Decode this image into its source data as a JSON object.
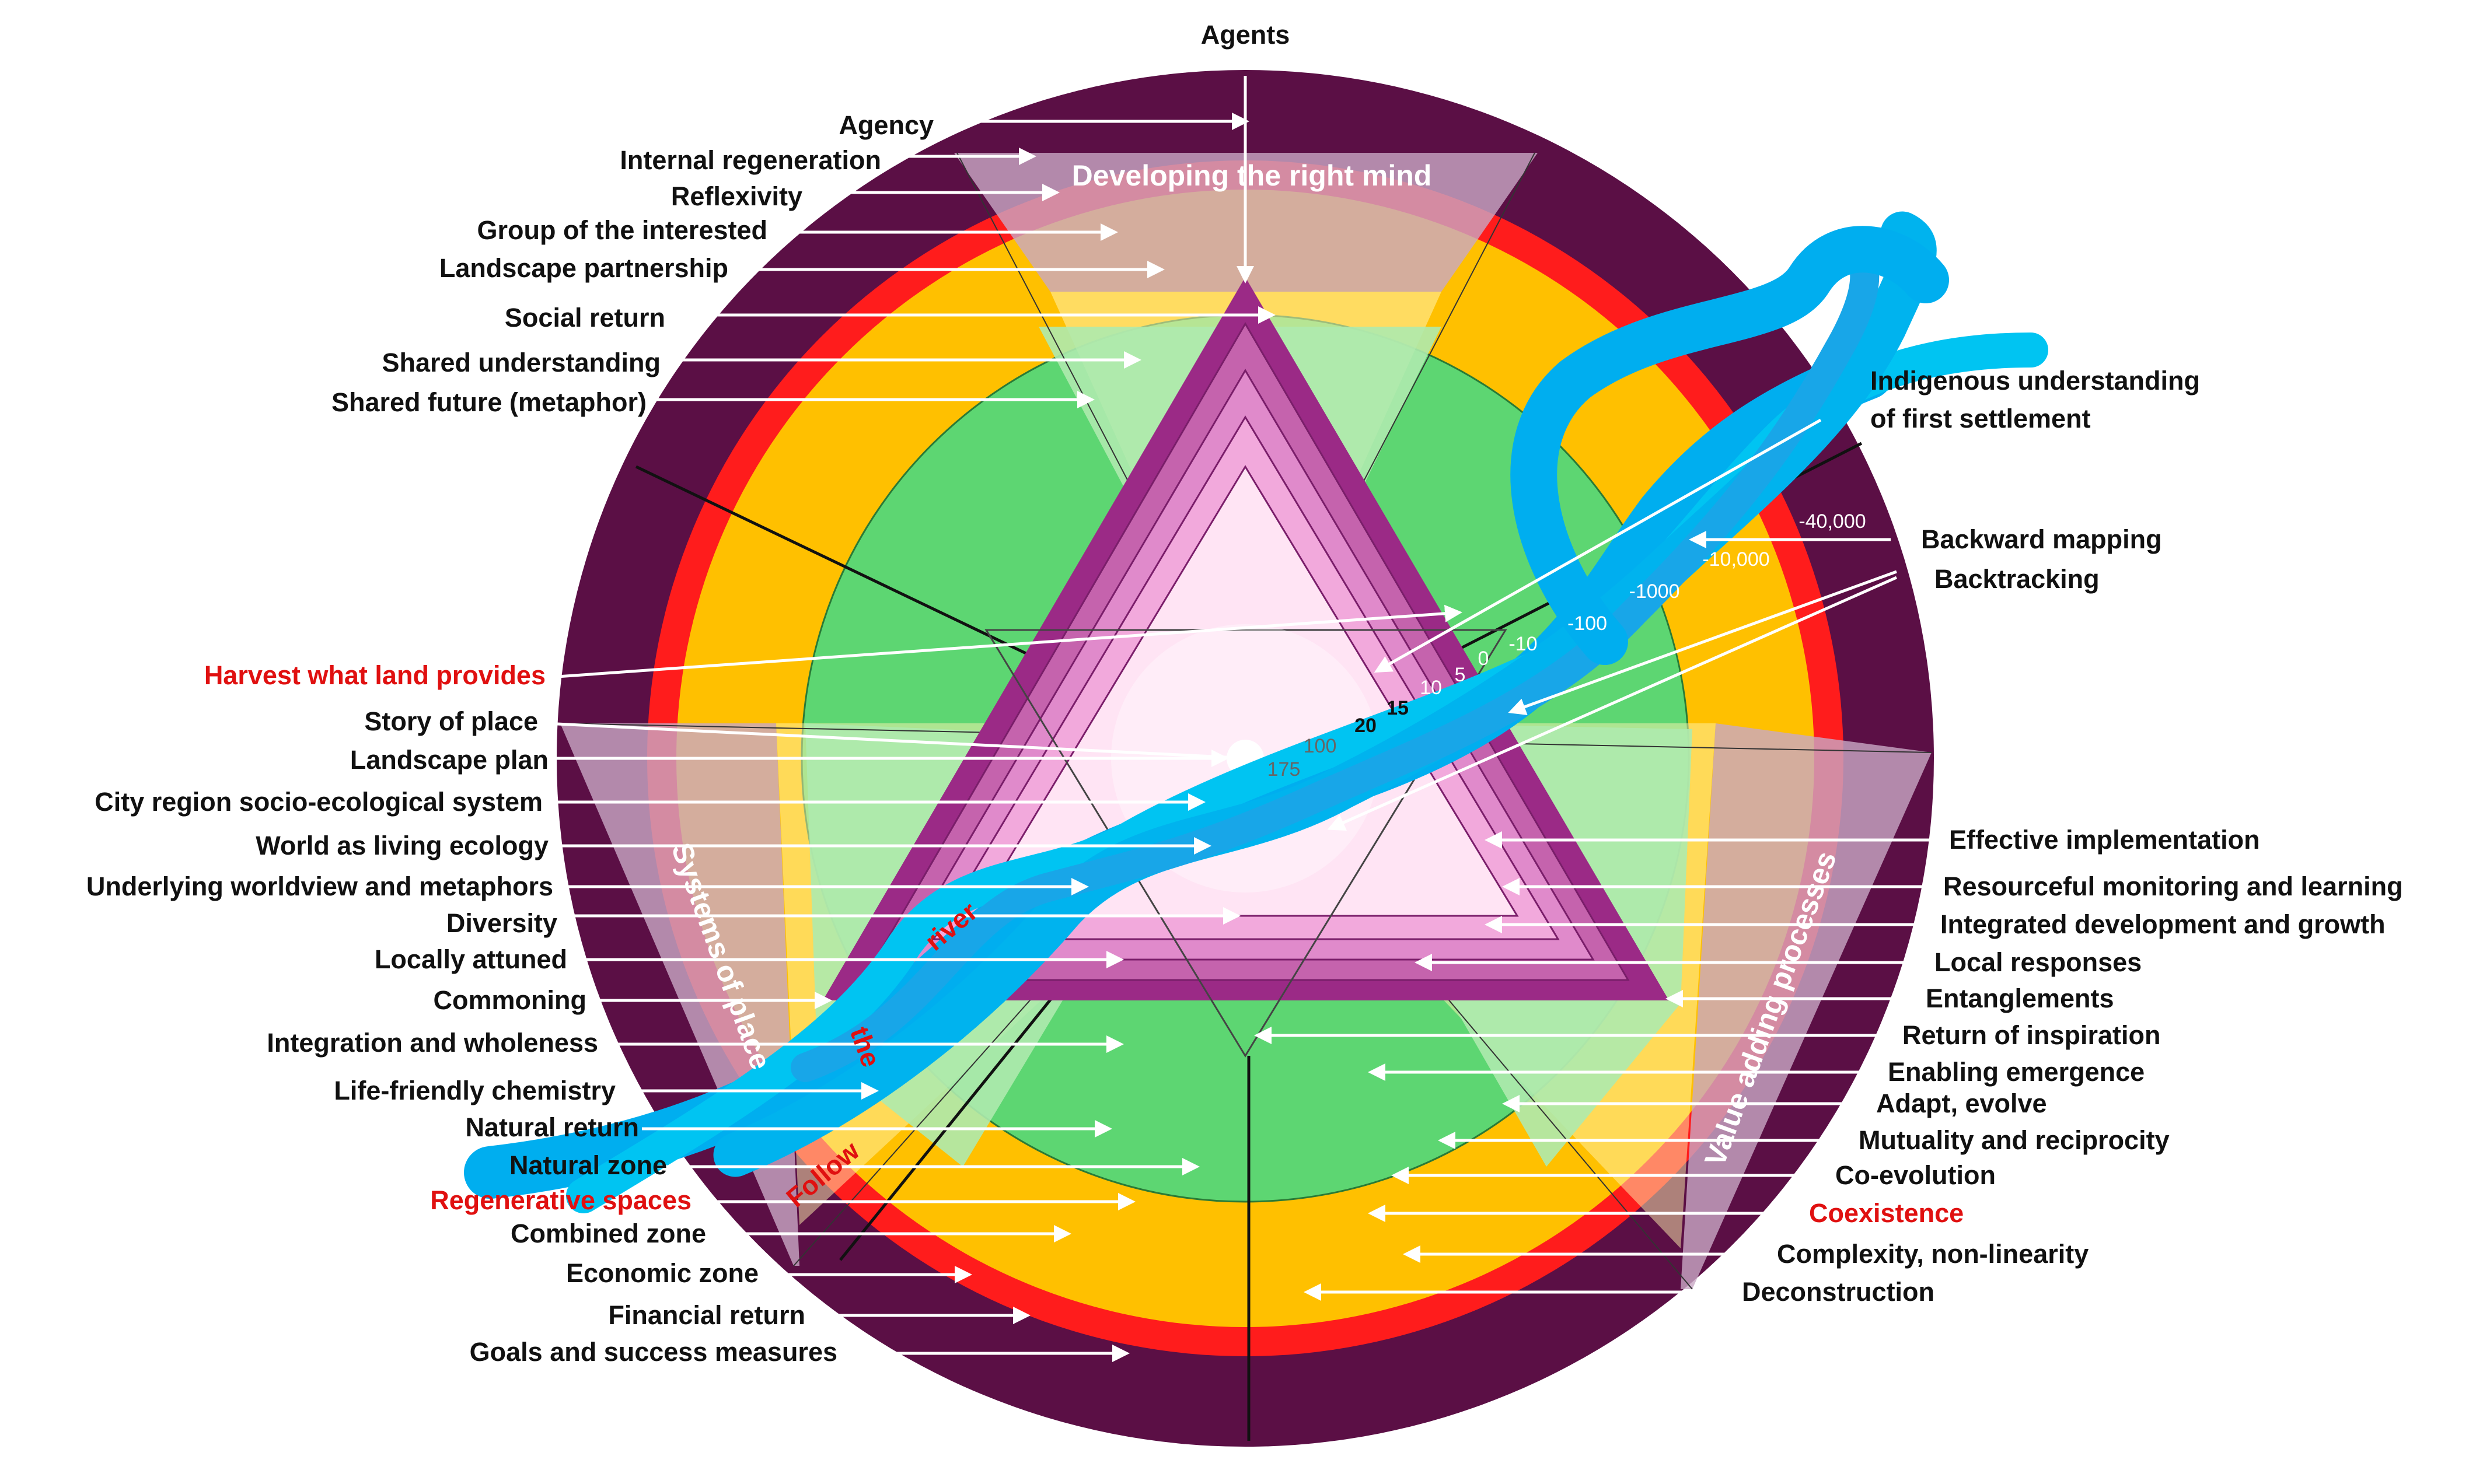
{
  "diagram": {
    "top_label": "Agents",
    "band_titles": {
      "top": "Developing the right mind",
      "left": "Systems of place",
      "right": "Value adding processes"
    },
    "river_words": [
      "Follow",
      "the",
      "river"
    ],
    "labels_left": [
      {
        "text": "Agency",
        "color": "#111111"
      },
      {
        "text": "Internal regeneration",
        "color": "#111111"
      },
      {
        "text": "Reflexivity",
        "color": "#111111"
      },
      {
        "text": "Group of the interested",
        "color": "#111111"
      },
      {
        "text": "Landscape partnership",
        "color": "#111111"
      },
      {
        "text": "Social return",
        "color": "#111111"
      },
      {
        "text": "Shared understanding",
        "color": "#111111"
      },
      {
        "text": "Shared future (metaphor)",
        "color": "#111111"
      },
      {
        "text": "Harvest what land provides",
        "color": "#e01010"
      },
      {
        "text": "Story of place",
        "color": "#111111"
      },
      {
        "text": "Landscape plan",
        "color": "#111111"
      },
      {
        "text": "City region socio-ecological system",
        "color": "#111111"
      },
      {
        "text": "World as living ecology",
        "color": "#111111"
      },
      {
        "text": "Underlying worldview and metaphors",
        "color": "#111111"
      },
      {
        "text": "Diversity",
        "color": "#111111"
      },
      {
        "text": "Locally attuned",
        "color": "#111111"
      },
      {
        "text": "Commoning",
        "color": "#111111"
      },
      {
        "text": "Integration and wholeness",
        "color": "#111111"
      },
      {
        "text": "Life-friendly chemistry",
        "color": "#111111"
      },
      {
        "text": "Natural return",
        "color": "#111111"
      },
      {
        "text": "Natural zone",
        "color": "#111111"
      },
      {
        "text": "Regenerative spaces",
        "color": "#e01010"
      },
      {
        "text": "Combined zone",
        "color": "#111111"
      },
      {
        "text": "Economic zone",
        "color": "#111111"
      },
      {
        "text": "Financial return",
        "color": "#111111"
      },
      {
        "text": "Goals and success measures",
        "color": "#111111"
      }
    ],
    "labels_right": [
      {
        "text": "Indigenous understanding",
        "color": "#111111"
      },
      {
        "text": "of first settlement",
        "color": "#111111"
      },
      {
        "text": "Backward mapping",
        "color": "#111111"
      },
      {
        "text": "Backtracking",
        "color": "#111111"
      },
      {
        "text": "Effective implementation",
        "color": "#111111"
      },
      {
        "text": "Resourceful monitoring and learning",
        "color": "#111111"
      },
      {
        "text": "Integrated development and growth",
        "color": "#111111"
      },
      {
        "text": "Local responses",
        "color": "#111111"
      },
      {
        "text": "Entanglements",
        "color": "#111111"
      },
      {
        "text": "Return of inspiration",
        "color": "#111111"
      },
      {
        "text": "Enabling emergence",
        "color": "#111111"
      },
      {
        "text": "Adapt, evolve",
        "color": "#111111"
      },
      {
        "text": "Mutuality and reciprocity",
        "color": "#111111"
      },
      {
        "text": "Co-evolution",
        "color": "#111111"
      },
      {
        "text": "Coexistence",
        "color": "#e01010"
      },
      {
        "text": "Complexity, non-linearity",
        "color": "#111111"
      },
      {
        "text": "Deconstruction",
        "color": "#111111"
      }
    ],
    "time_scale": {
      "white": [
        "-40,000",
        "-10,000",
        "-1000",
        "-100",
        "-10",
        "0",
        "5",
        "10"
      ],
      "dark": [
        "15",
        "20"
      ],
      "gray": [
        "100",
        "175"
      ]
    },
    "colors": {
      "outer_ring": "#5b0f45",
      "red_ring": "#ff1c1c",
      "orange_ring": "#ffc000",
      "green_disc": "#5dd672",
      "pale_green": "#aeeaae",
      "pale_yellow": "#ffdd66",
      "triangle_dark": "#9b2a86",
      "triangle_light": "#ffe4f4",
      "river": "#00aeef",
      "river_light": "#00d4f5"
    }
  }
}
